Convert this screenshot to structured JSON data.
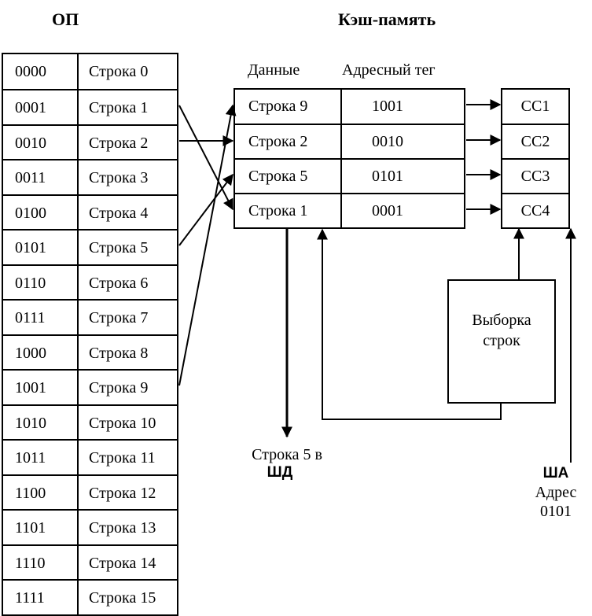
{
  "titles": {
    "main_memory": "ОП",
    "cache": "Кэш-память"
  },
  "cache_headers": {
    "data": "Данные",
    "tag": "Адресный тег"
  },
  "main_memory": [
    {
      "addr": "0000",
      "line": "Строка 0"
    },
    {
      "addr": "0001",
      "line": "Строка 1"
    },
    {
      "addr": "0010",
      "line": "Строка 2"
    },
    {
      "addr": "0011",
      "line": "Строка 3"
    },
    {
      "addr": "0100",
      "line": "Строка 4"
    },
    {
      "addr": "0101",
      "line": "Строка 5"
    },
    {
      "addr": "0110",
      "line": "Строка 6"
    },
    {
      "addr": "0111",
      "line": "Строка 7"
    },
    {
      "addr": "1000",
      "line": "Строка 8"
    },
    {
      "addr": "1001",
      "line": "Строка 9"
    },
    {
      "addr": "1010",
      "line": "Строка 10"
    },
    {
      "addr": "1011",
      "line": "Строка 11"
    },
    {
      "addr": "1100",
      "line": "Строка 12"
    },
    {
      "addr": "1101",
      "line": "Строка 13"
    },
    {
      "addr": "1110",
      "line": "Строка 14"
    },
    {
      "addr": "1111",
      "line": "Строка 15"
    }
  ],
  "cache": [
    {
      "data": "Строка 9",
      "tag": "1001"
    },
    {
      "data": "Строка 2",
      "tag": "0010"
    },
    {
      "data": "Строка 5",
      "tag": "0101"
    },
    {
      "data": "Строка 1",
      "tag": "0001"
    }
  ],
  "comparators": [
    "СС1",
    "СС2",
    "СС3",
    "СС4"
  ],
  "selector": {
    "line1": "Выборка",
    "line2": "строк"
  },
  "output": {
    "line1": "Строка 5 в",
    "line2": "ШД"
  },
  "address_bus": {
    "line1": "ША",
    "line2": "Адрес",
    "line3": "0101"
  }
}
